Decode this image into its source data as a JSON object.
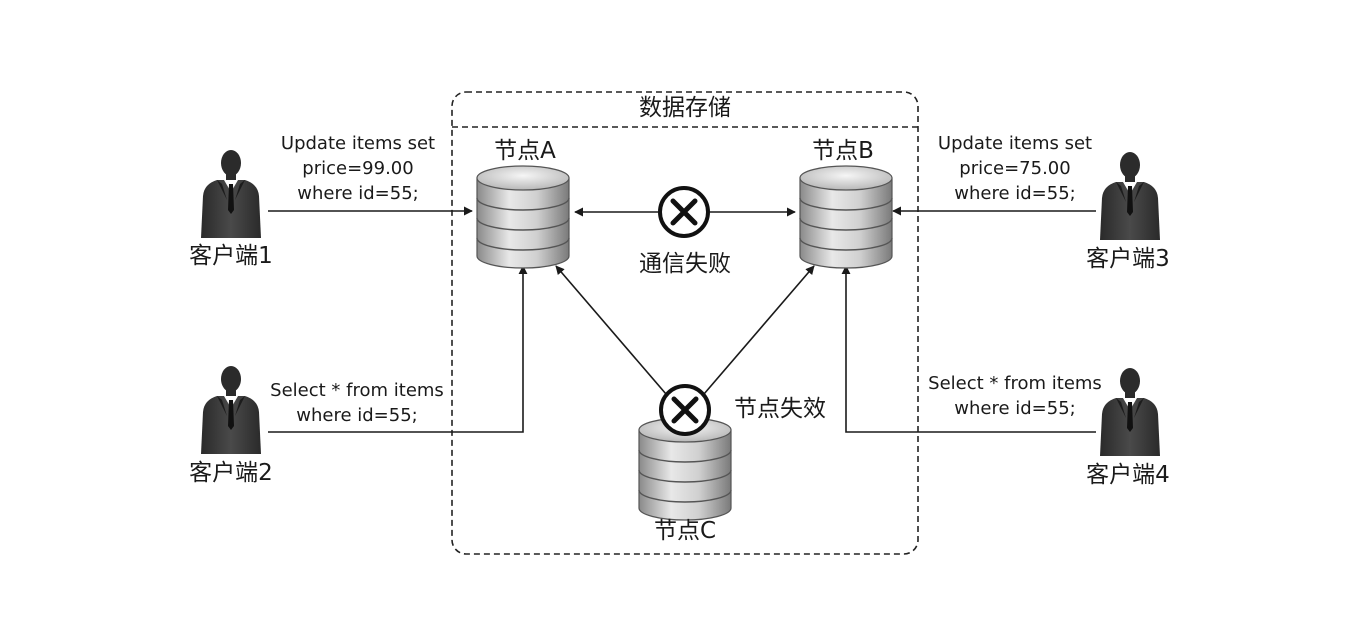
{
  "storage_title": "数据存储",
  "nodes": {
    "a": "节点A",
    "b": "节点B",
    "c": "节点C"
  },
  "link_status": "通信失败",
  "node_status": "节点失效",
  "clients": {
    "c1": {
      "name": "客户端1",
      "query": [
        "Update items set",
        "price=99.00",
        "where id=55;"
      ]
    },
    "c2": {
      "name": "客户端2",
      "query": [
        "Select * from items",
        "where id=55;"
      ]
    },
    "c3": {
      "name": "客户端3",
      "query": [
        "Update items set",
        "price=75.00",
        "where id=55;"
      ]
    },
    "c4": {
      "name": "客户端4",
      "query": [
        "Select * from items",
        "where id=55;"
      ]
    }
  },
  "icons": [
    "person-icon",
    "database-icon",
    "failure-x-icon"
  ]
}
